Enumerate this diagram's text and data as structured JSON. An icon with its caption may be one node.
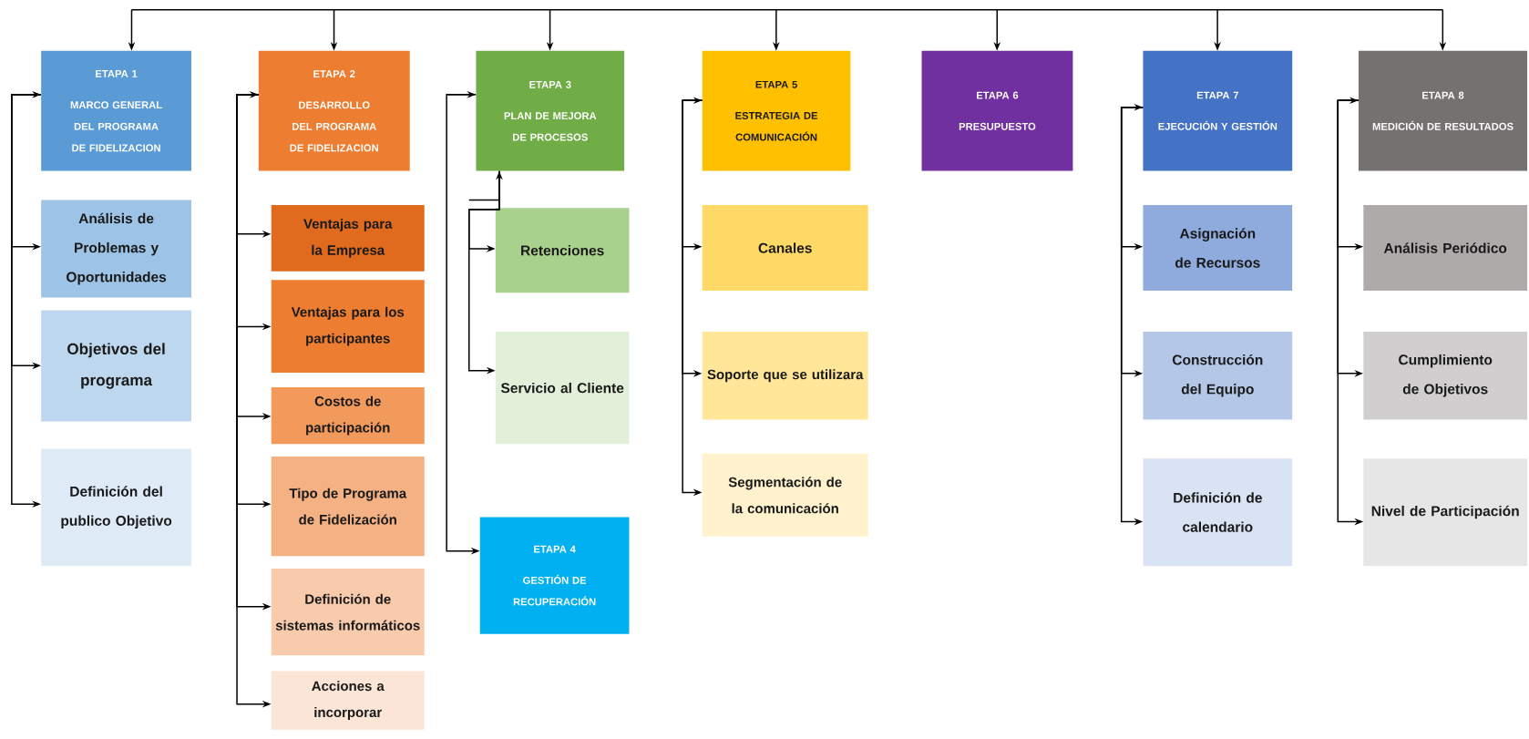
{
  "diagram": {
    "nodes": [
      {
        "text": [
          "ETAPA 1",
          "MARCO GENERAL DEL PROGRAMA DE FIDELIZACION"
        ]
      },
      {
        "text": [
          "Análisis de Problemas y Oportunidades"
        ]
      },
      {
        "text": [
          "Objetivos del programa"
        ]
      },
      {
        "text": [
          "Definición del publico Objetivo"
        ]
      },
      {
        "text": [
          "ETAPA 2",
          "DESARROLLO DEL PROGRAMA DE FIDELIZACION"
        ]
      },
      {
        "text": [
          "Ventajas para la Empresa"
        ]
      },
      {
        "text": [
          "Ventajas para los participantes"
        ]
      },
      {
        "text": [
          "Costos de participación"
        ]
      },
      {
        "text": [
          "Tipo de Programa de Fidelización"
        ]
      },
      {
        "text": [
          "Definición de sistemas informáticos"
        ]
      },
      {
        "text": [
          "Acciones a incorporar"
        ]
      },
      {
        "text": [
          "ETAPA 3",
          "PLAN DE MEJORA DE PROCESOS"
        ]
      },
      {
        "text": [
          "Retenciones"
        ]
      },
      {
        "text": [
          "Servicio al Cliente"
        ]
      },
      {
        "text": [
          "ETAPA 4",
          "GESTIÓN DE RECUPERACIÓN"
        ]
      },
      {
        "text": [
          "ETAPA 5",
          "ESTRATEGIA DE COMUNICACIÓN"
        ]
      },
      {
        "text": [
          "Canales"
        ]
      },
      {
        "text": [
          "Soporte que se utilizara"
        ]
      },
      {
        "text": [
          "Segmentación de la comunicación"
        ]
      },
      {
        "text": [
          "ETAPA 6",
          "PRESUPUESTO"
        ]
      },
      {
        "text": [
          "ETAPA 7",
          "EJECUCIÓN Y GESTIÓN"
        ]
      },
      {
        "text": [
          "Asignación de Recursos"
        ]
      },
      {
        "text": [
          "Construcción del Equipo"
        ]
      },
      {
        "text": [
          "Definición de calendario"
        ]
      },
      {
        "text": [
          "ETAPA 8",
          "MEDICIÓN DE RESULTADOS"
        ]
      },
      {
        "text": [
          "Análisis Periódico"
        ]
      },
      {
        "text": [
          "Cumplimiento de Objetivos"
        ]
      },
      {
        "text": [
          "Nivel de Participación"
        ]
      }
    ],
    "edges": [
      {
        "from": null,
        "to": 0,
        "arrow": "to"
      },
      {
        "from": null,
        "to": 4,
        "arrow": "to"
      },
      {
        "from": null,
        "to": 11,
        "arrow": "to"
      },
      {
        "from": null,
        "to": 15,
        "arrow": "to"
      },
      {
        "from": null,
        "to": 19,
        "arrow": "to"
      },
      {
        "from": null,
        "to": 20,
        "arrow": "to"
      },
      {
        "from": null,
        "to": 24,
        "arrow": "to"
      },
      {
        "from": null,
        "to": 0,
        "arrow": "to"
      },
      {
        "from": null,
        "to": 4,
        "arrow": "to"
      },
      {
        "from": null,
        "to": 11,
        "arrow": "to"
      },
      {
        "from": null,
        "to": 11,
        "arrow": "to"
      },
      {
        "from": null,
        "to": 15,
        "arrow": "to"
      },
      {
        "from": null,
        "to": 20,
        "arrow": "to"
      },
      {
        "from": null,
        "to": 24,
        "arrow": "to"
      },
      {
        "from": 0,
        "to": 1,
        "arrow": "to"
      },
      {
        "from": 0,
        "to": 2,
        "arrow": "to"
      },
      {
        "from": 0,
        "to": 3,
        "arrow": "to"
      },
      {
        "from": 4,
        "to": 5,
        "arrow": "to"
      },
      {
        "from": 4,
        "to": 6,
        "arrow": "to"
      },
      {
        "from": 4,
        "to": 7,
        "arrow": "to"
      },
      {
        "from": 4,
        "to": 8,
        "arrow": "to"
      },
      {
        "from": 4,
        "to": 9,
        "arrow": "to"
      },
      {
        "from": 4,
        "to": 10,
        "arrow": "to"
      },
      {
        "from": 11,
        "to": 12,
        "arrow": "to"
      },
      {
        "from": 11,
        "to": 13,
        "arrow": "to"
      },
      {
        "from": 11,
        "to": 14,
        "arrow": "to"
      },
      {
        "from": 15,
        "to": 16,
        "arrow": "to"
      },
      {
        "from": 15,
        "to": 17,
        "arrow": "to"
      },
      {
        "from": 15,
        "to": 18,
        "arrow": "to"
      },
      {
        "from": 20,
        "to": 21,
        "arrow": "to"
      },
      {
        "from": 20,
        "to": 22,
        "arrow": "to"
      },
      {
        "from": 20,
        "to": 23,
        "arrow": "to"
      },
      {
        "from": 24,
        "to": 25,
        "arrow": "to"
      },
      {
        "from": 24,
        "to": 26,
        "arrow": "to"
      },
      {
        "from": 24,
        "to": 27,
        "arrow": "to"
      }
    ]
  }
}
